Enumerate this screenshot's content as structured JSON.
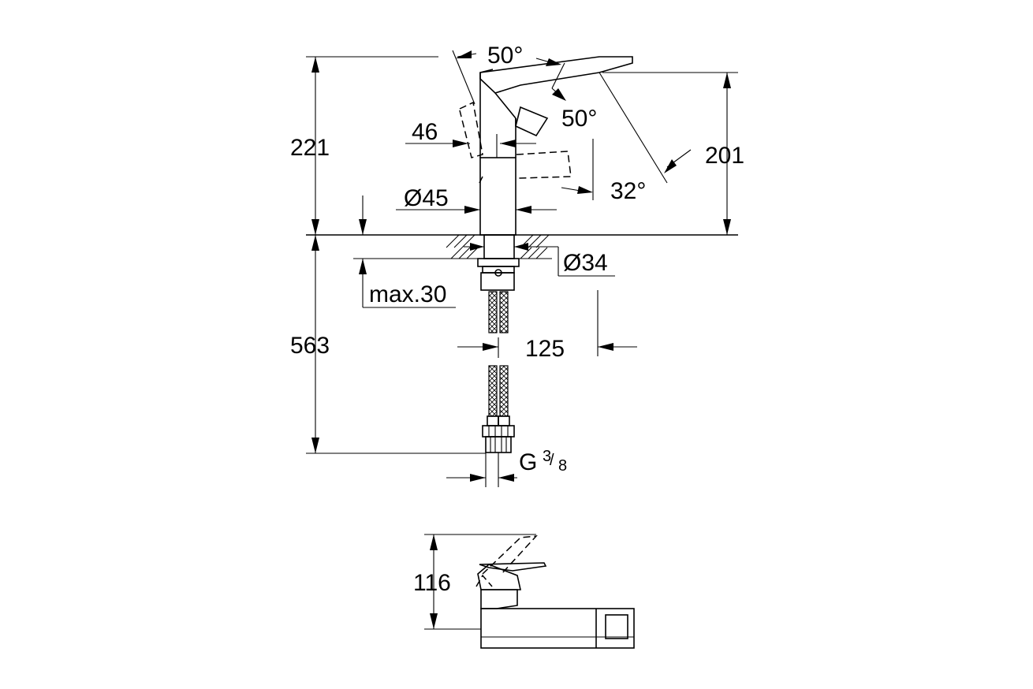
{
  "dimensions": {
    "angle_top": "50°",
    "angle_right": "50°",
    "angle_lower": "32°",
    "height_221": "221",
    "height_201": "201",
    "width_46": "46",
    "diameter_45": "Ø45",
    "diameter_34": "Ø34",
    "max_30": "max.30",
    "length_563": "563",
    "reach_125": "125",
    "thread_g": "G",
    "thread_num": "3",
    "thread_den": "8",
    "height_116": "116"
  }
}
